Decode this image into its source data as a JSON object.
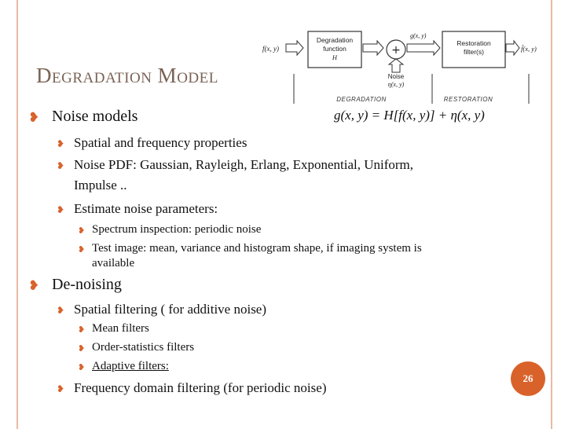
{
  "title": "Degradation Model",
  "diagram": {
    "input_label": "f(x, y)",
    "degradation_box": [
      "Degradation",
      "function",
      "H"
    ],
    "sum_symbol": "+",
    "output_g_label": "g(x, y)",
    "restoration_box": [
      "Restoration",
      "filter(s)"
    ],
    "output_label": "f̂(x, y)",
    "noise_label": [
      "Noise",
      "η(x, y)"
    ],
    "degradation_caption": "DEGRADATION",
    "restoration_caption": "RESTORATION"
  },
  "equation": "g(x, y) = H[f(x, y)] + η(x, y)",
  "bullets": {
    "noise_models": "Noise models",
    "spatial_freq": "Spatial and frequency properties",
    "noise_pdf_line1": "Noise PDF: Gaussian, Rayleigh, Erlang, Exponential, Uniform,",
    "noise_pdf_line2": "Impulse ..",
    "estimate": "Estimate noise parameters:",
    "spectrum": "Spectrum inspection: periodic noise",
    "test_image_line1": "Test image: mean, variance and histogram shape, if imaging system is",
    "test_image_line2": "available",
    "denoising": "De-noising",
    "spatial_filtering": "Spatial filtering ( for additive noise)",
    "mean_filters": "Mean filters",
    "order_stats": "Order-statistics filters",
    "adaptive": "Adaptive filters:",
    "frequency_filtering": "Frequency domain filtering (for periodic noise)"
  },
  "page_number": "26",
  "colors": {
    "accent": "#d9622b",
    "title": "#7a6355",
    "frame": "#e9b9a4"
  }
}
